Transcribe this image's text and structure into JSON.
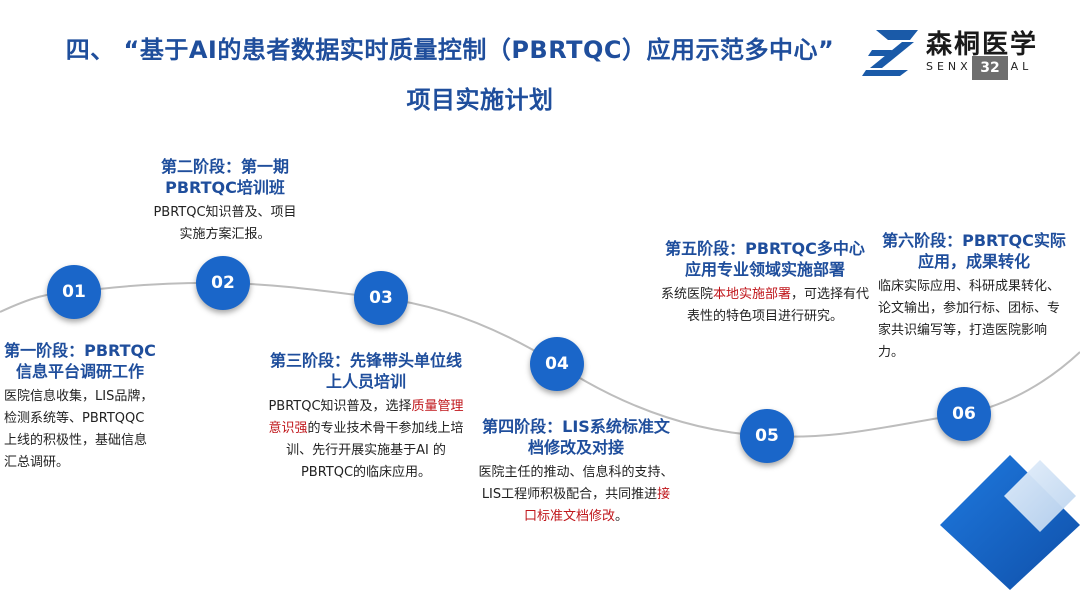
{
  "title": {
    "line1": "四、 “基于AI的患者数据实时质量控制（PBRTQC）应用示范多中心”",
    "line2": "项目实施计划"
  },
  "logo": {
    "brand": "森桐医学",
    "sub": "SENX   DICAL"
  },
  "page_number": "32",
  "colors": {
    "accent": "#1a66c9",
    "title": "#1f4e9c",
    "highlight": "#c0161b"
  },
  "nodes": [
    "01",
    "02",
    "03",
    "04",
    "05",
    "06"
  ],
  "stages": [
    {
      "heading": "第一阶段：PBRTQC信息平台调研工作",
      "desc": "医院信息收集，LIS品牌，检测系统等、PBRTQQC上线的积极性，基础信息汇总调研。"
    },
    {
      "heading": "第二阶段：第一期PBRTQC培训班",
      "desc": "PBRTQC知识普及、项目实施方案汇报。"
    },
    {
      "heading": "第三阶段：先锋带头单位线上人员培训",
      "desc_pre": "PBRTQC知识普及，选择",
      "desc_red": "质量管理意识强",
      "desc_post": "的专业技术骨干参加线上培训、先行开展实施基于AI 的PBRTQC的临床应用。"
    },
    {
      "heading": "第四阶段：LIS系统标准文档修改及对接",
      "desc_pre": "医院主任的推动、信息科的支持、LIS工程师积极配合，共同推进",
      "desc_red": "接口标准文档修改",
      "desc_post": "。"
    },
    {
      "heading": "第五阶段：PBRTQC多中心应用专业领域实施部署",
      "desc_pre": "系统医院",
      "desc_red": "本地实施部署",
      "desc_post": "，可选择有代表性的特色项目进行研究。"
    },
    {
      "heading": "第六阶段：PBRTQC实际应用，成果转化",
      "desc": "临床实际应用、科研成果转化、论文输出，参加行标、团标、专家共识编写等，打造医院影响力。"
    }
  ]
}
